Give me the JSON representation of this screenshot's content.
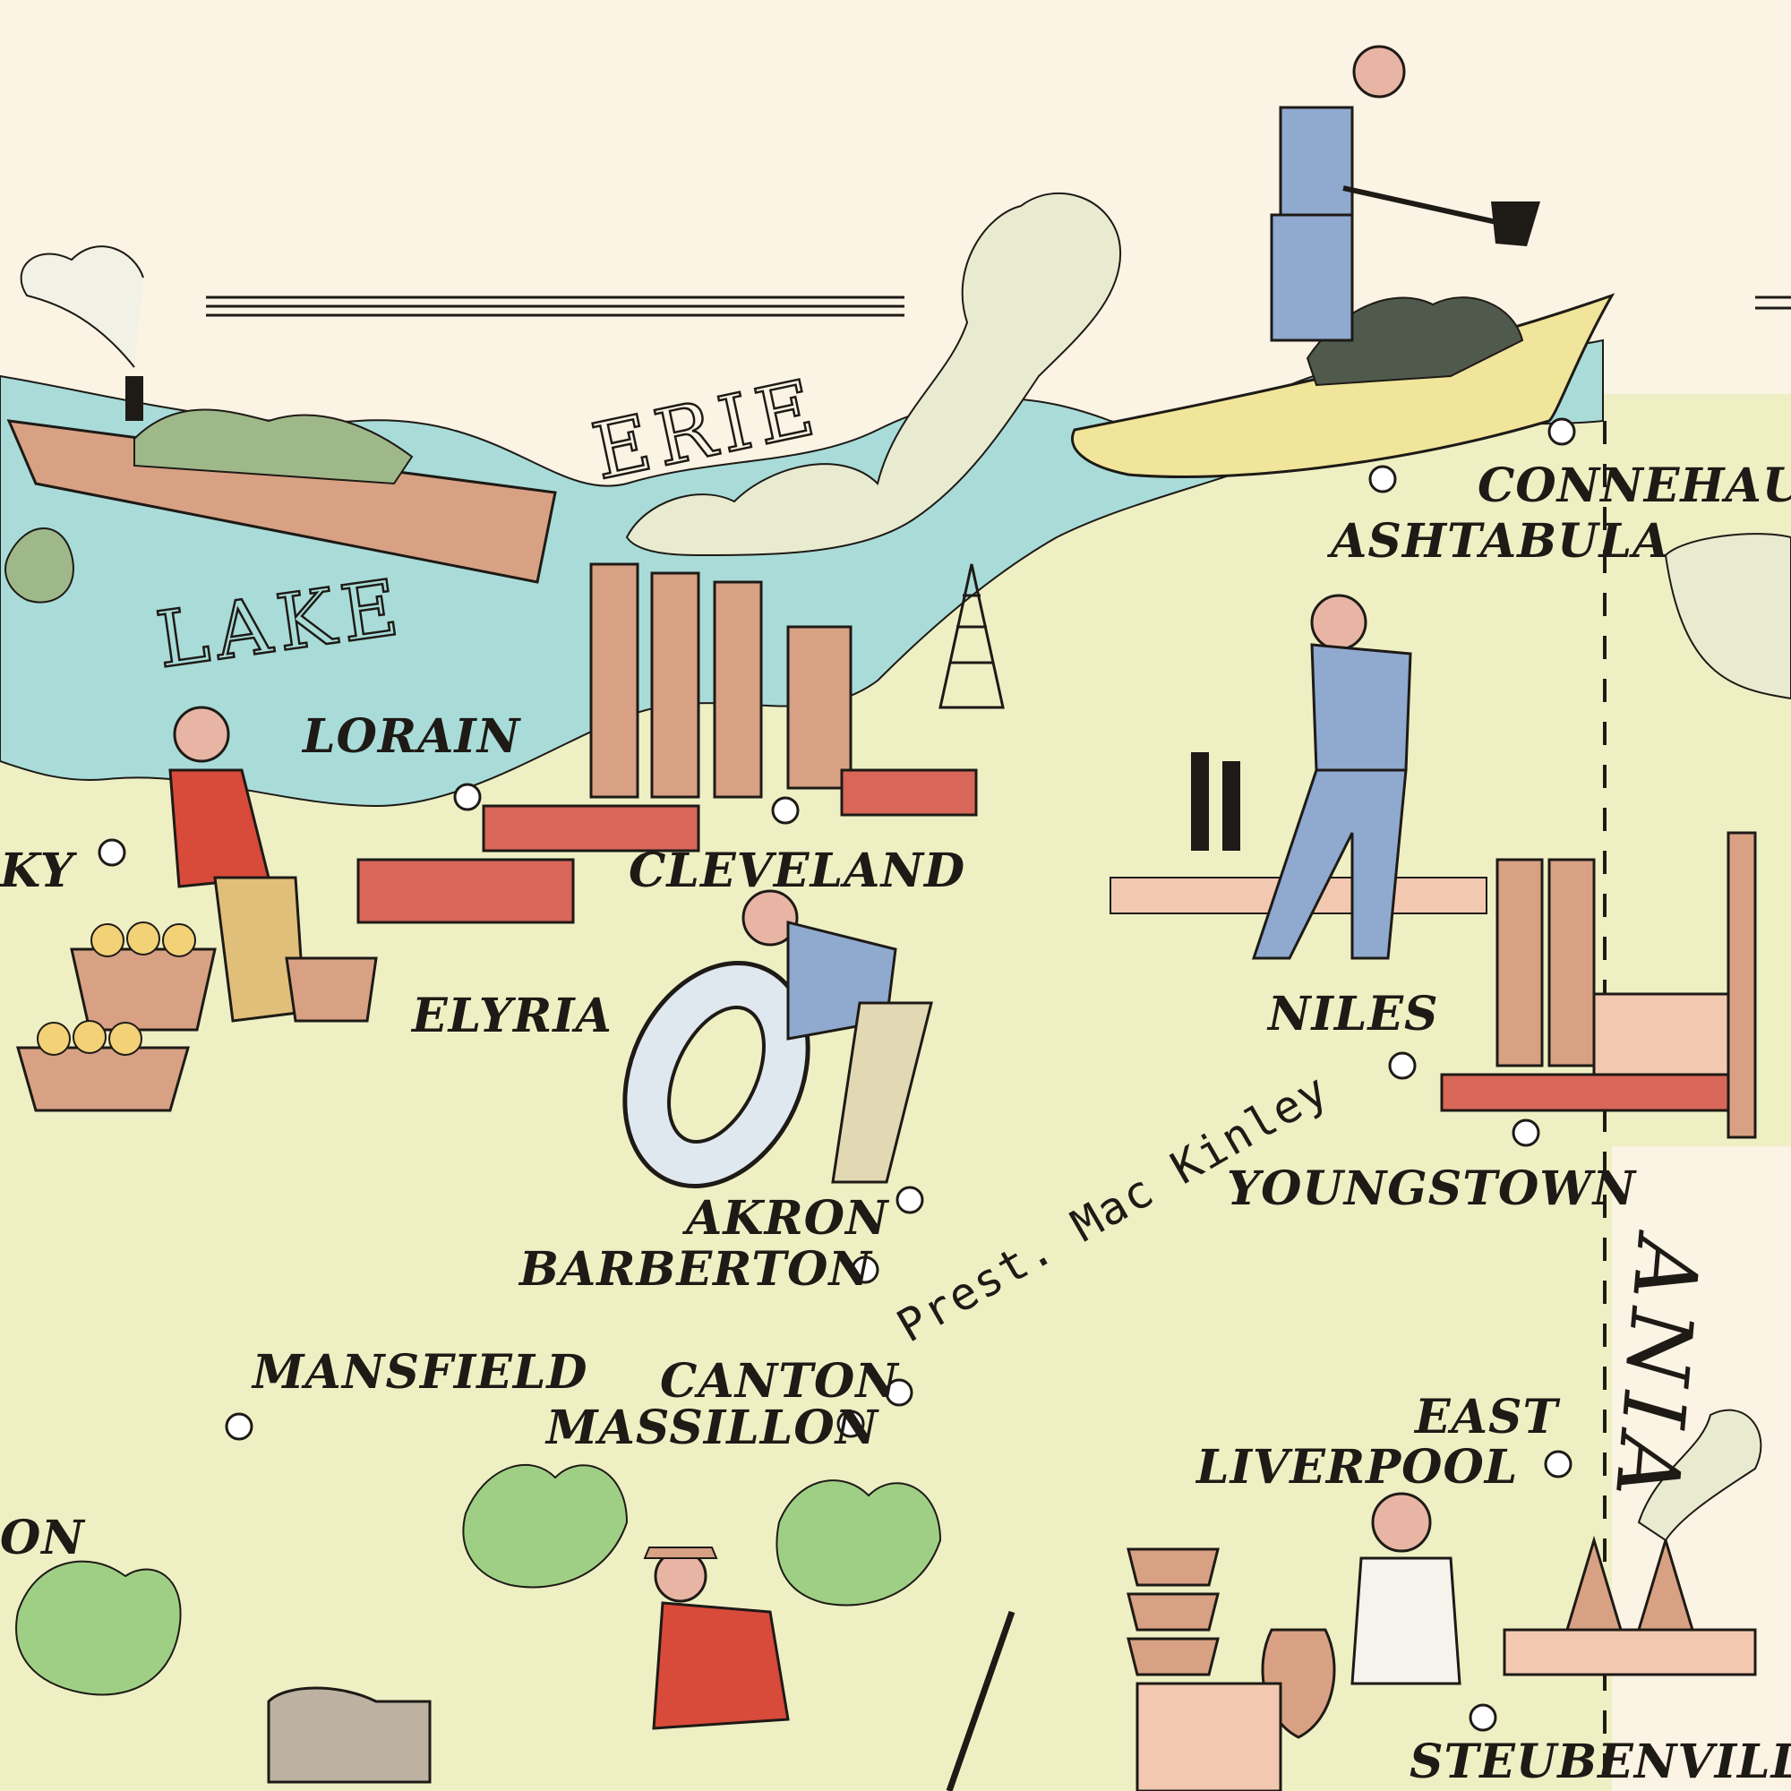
{
  "map": {
    "colors": {
      "paper": "#fbf3e3",
      "land": "#eef0c4",
      "water": "#a9dcd8",
      "ink": "#1e1a16",
      "factory_roof": "#d8675a",
      "worker_blue": "#8fa9cf",
      "worker_red": "#d84a3a",
      "tree_green": "#9fcf84",
      "smoke": "#e9ebd0"
    },
    "water_labels": {
      "lake": "LAKE",
      "erie": "ERIE"
    },
    "road_label": "Prest. Mac Kinley",
    "state_label": "ANIA",
    "cities": {
      "lorain": "LORAIN",
      "sandusky_fragment": "KY",
      "cleveland": "CLEVELAND",
      "elyria": "ELYRIA",
      "conneaut": "CONNEHAUT",
      "ashtabula": "ASHTABULA",
      "niles": "NILES",
      "youngstown": "YOUNGSTOWN",
      "akron": "AKRON",
      "barberton": "BARBERTON",
      "mansfield": "MANSFIELD",
      "canton": "CANTON",
      "massillon": "MASSILLON",
      "east": "EAST",
      "liverpool": "LIVERPOOL",
      "steubenville": "STEUBENVILLE",
      "fragment_on": "ON"
    },
    "illustrations": [
      "cargo-ship",
      "ore-ship-shoveler",
      "steel-mill",
      "oil-derrick",
      "fruit-picker-woman",
      "tire-worker",
      "mill-worker",
      "potter",
      "farmer-with-mule",
      "factory-smokestacks"
    ]
  }
}
